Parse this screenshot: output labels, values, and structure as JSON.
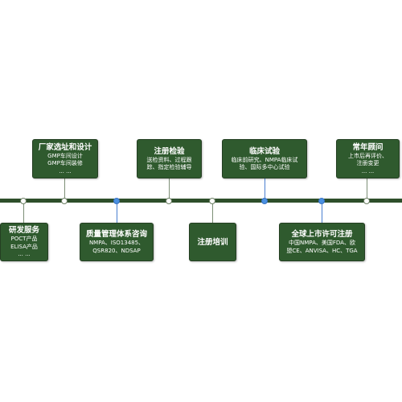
{
  "items": [
    {
      "title": "研发服务",
      "lines": [
        "POCT产品",
        "ELISA产品",
        "... ..."
      ]
    },
    {
      "title": "厂家选址和设计",
      "lines": [
        "GMP车间设计",
        "GMP车间装修",
        "... ..."
      ]
    },
    {
      "title": "质量管理体系咨询",
      "lines": [
        "NMPA、ISO13485、",
        "QSR820、NDSAP"
      ]
    },
    {
      "title": "注册检验",
      "lines": [
        "送检资料、过程跟",
        "踪、指定检验辅导"
      ]
    },
    {
      "title": "注册培训",
      "lines": []
    },
    {
      "title": "临床试验",
      "lines": [
        "临床前研究、NMPA临床试",
        "验、国际多中心试验"
      ]
    },
    {
      "title": "全球上市许可注册",
      "lines": [
        "中国NMPA、美国FDA、欧",
        "盟CE、ANVISA、HC、TGA"
      ]
    },
    {
      "title": "常年顾问",
      "lines": [
        "上市后再评价、",
        "注册变更",
        "... ..."
      ]
    }
  ],
  "colors": {
    "box": "#2f5a2e",
    "timeline": "#2e4f2b",
    "accent_dot": "#4a90e2"
  }
}
